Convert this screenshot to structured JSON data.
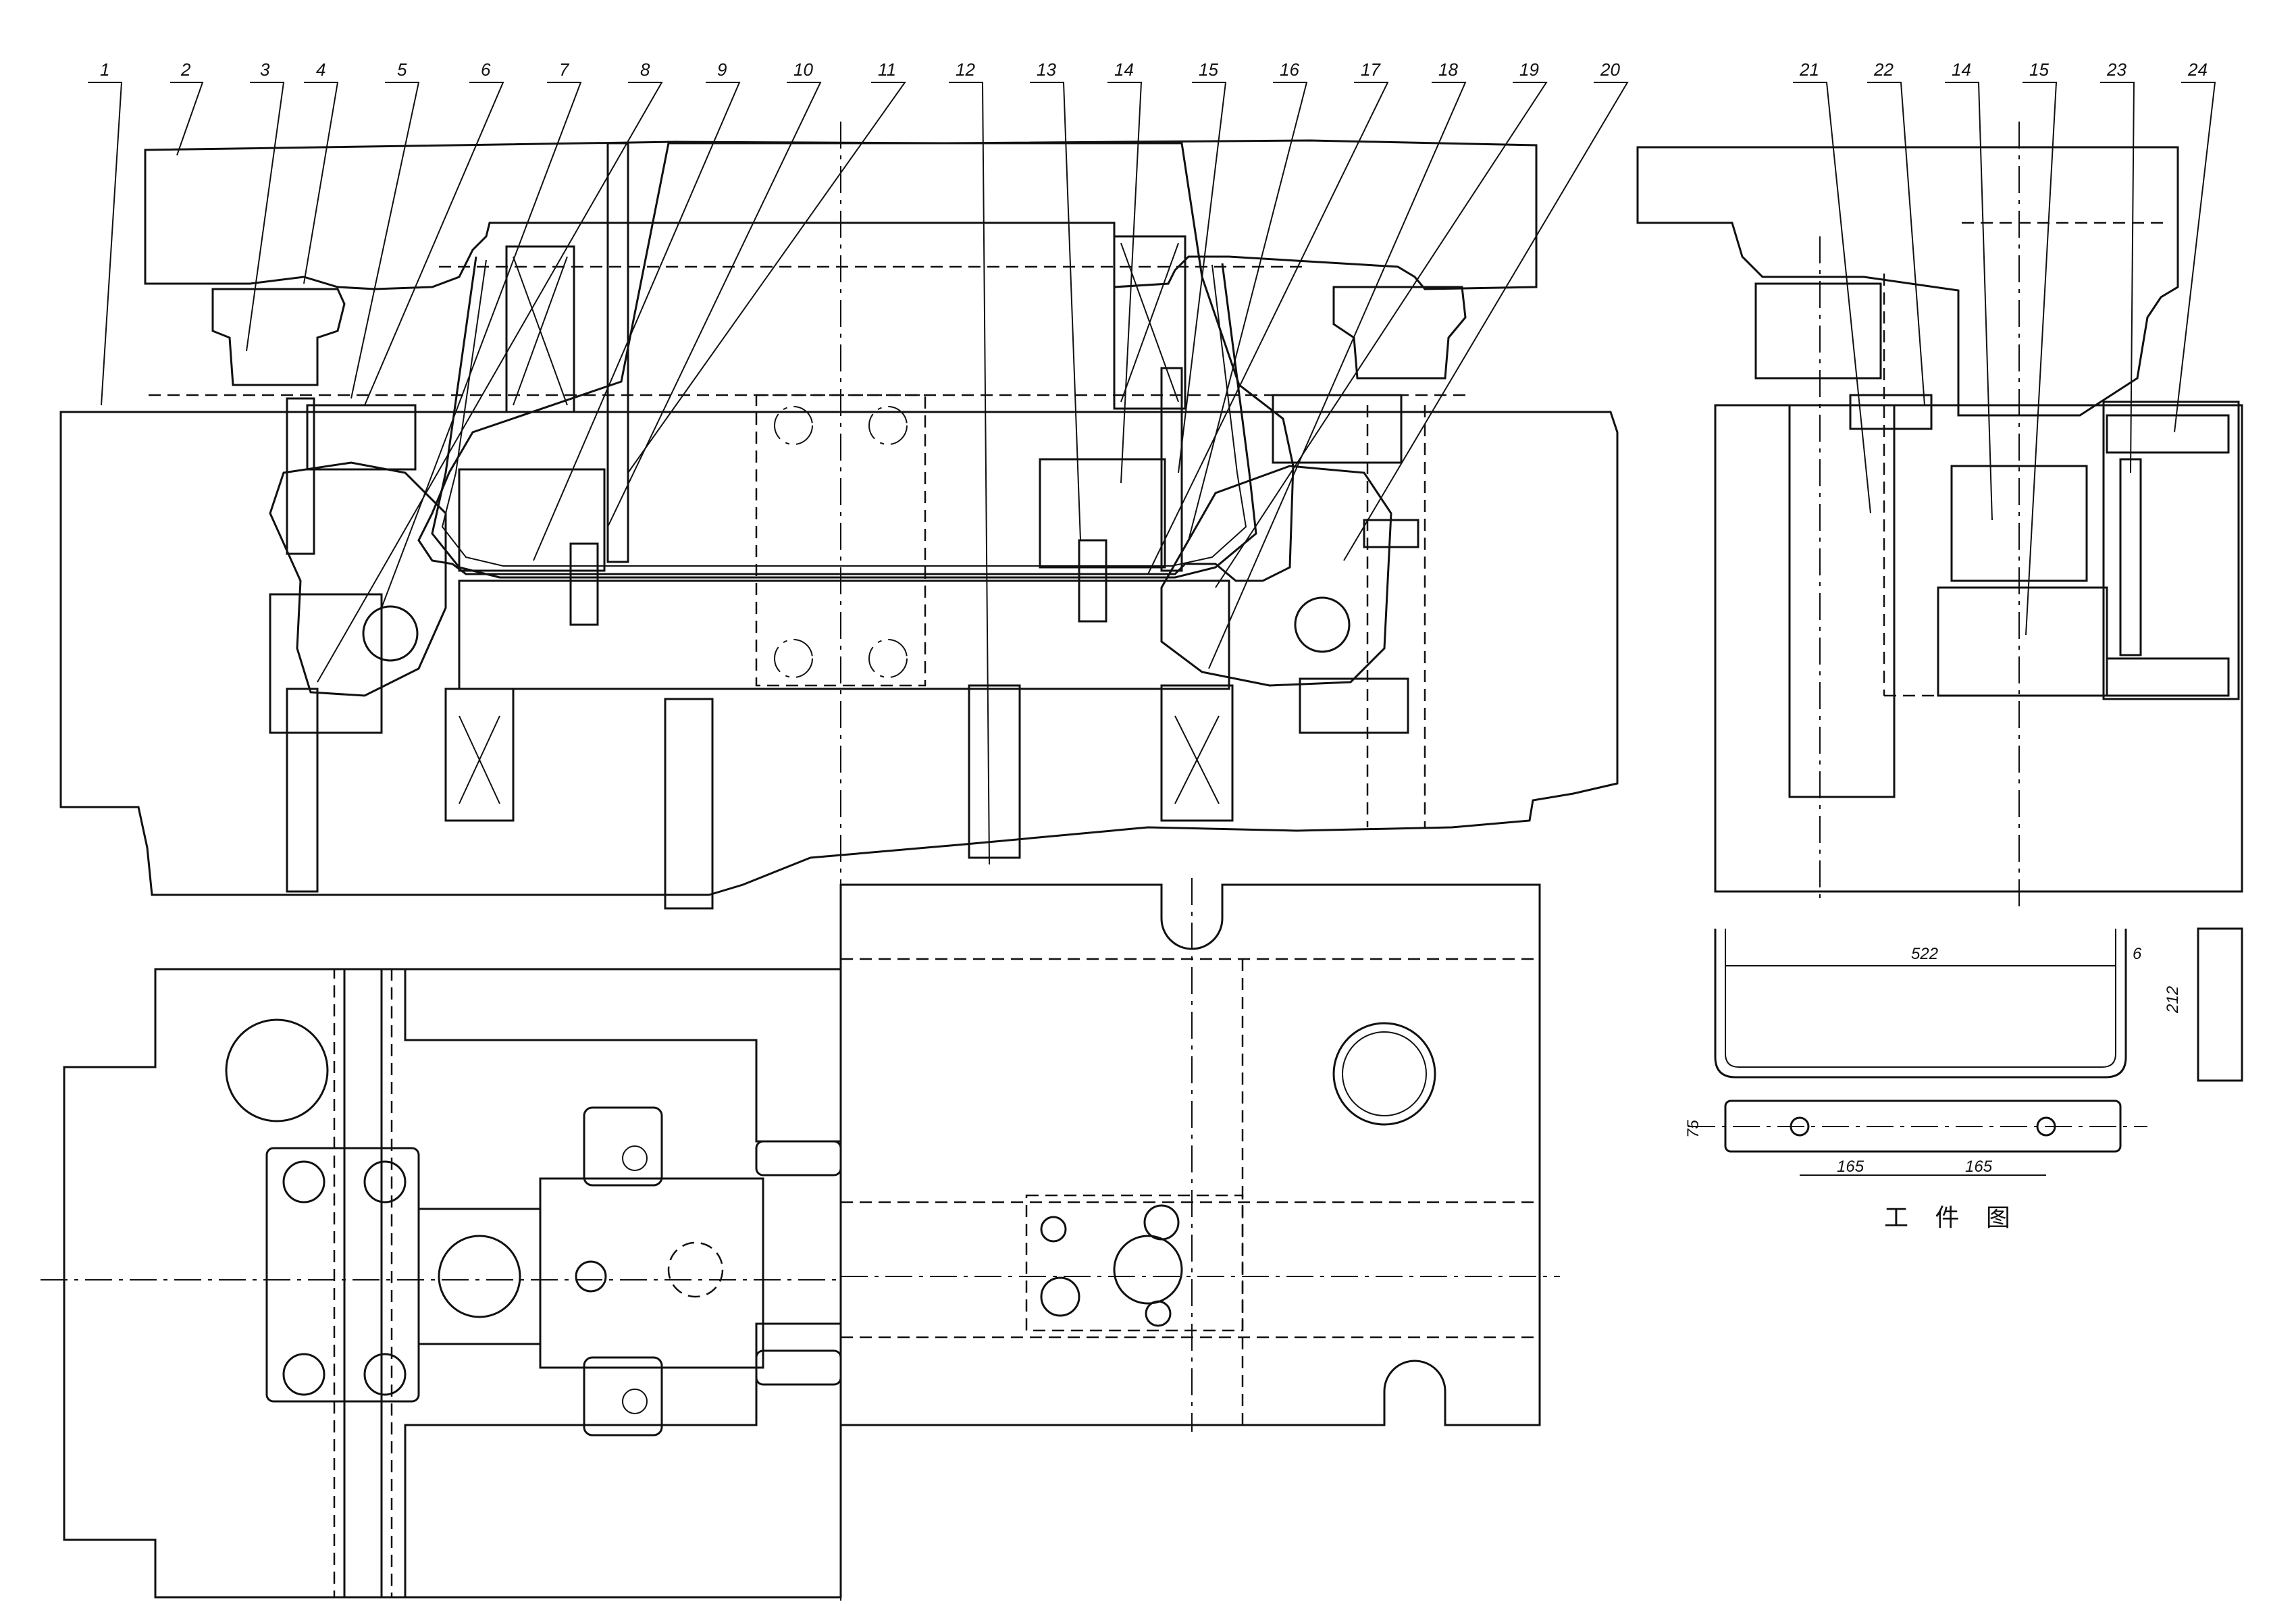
{
  "drawing": {
    "callouts": [
      {
        "id": "c1",
        "text": "1"
      },
      {
        "id": "c2",
        "text": "2"
      },
      {
        "id": "c3",
        "text": "3"
      },
      {
        "id": "c4",
        "text": "4"
      },
      {
        "id": "c5",
        "text": "5"
      },
      {
        "id": "c6",
        "text": "6"
      },
      {
        "id": "c7",
        "text": "7"
      },
      {
        "id": "c8",
        "text": "8"
      },
      {
        "id": "c9",
        "text": "9"
      },
      {
        "id": "c10",
        "text": "10"
      },
      {
        "id": "c11",
        "text": "11"
      },
      {
        "id": "c12",
        "text": "12"
      },
      {
        "id": "c13",
        "text": "13"
      },
      {
        "id": "c14",
        "text": "14"
      },
      {
        "id": "c15",
        "text": "15"
      },
      {
        "id": "c16",
        "text": "16"
      },
      {
        "id": "c17",
        "text": "17"
      },
      {
        "id": "c18",
        "text": "18"
      },
      {
        "id": "c19",
        "text": "19"
      },
      {
        "id": "c20",
        "text": "20"
      }
    ],
    "side_callouts": [
      {
        "id": "s21",
        "text": "21"
      },
      {
        "id": "s22",
        "text": "22"
      },
      {
        "id": "s14",
        "text": "14"
      },
      {
        "id": "s15",
        "text": "15"
      },
      {
        "id": "s23",
        "text": "23"
      },
      {
        "id": "s24",
        "text": "24"
      }
    ],
    "part_drawing": {
      "caption": "工 件 图",
      "dims": {
        "width": "522",
        "thickness": "6",
        "height": "212",
        "depth": "75",
        "hole_left": "165",
        "hole_right": "165"
      }
    }
  }
}
